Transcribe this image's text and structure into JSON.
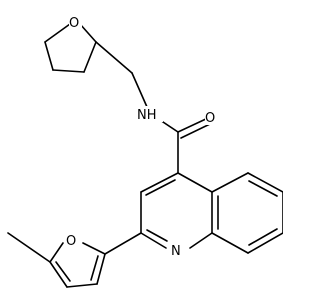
{
  "diagram": {
    "type": "chemical-structure",
    "atoms": {
      "o_ring": "O",
      "nh": "NH",
      "o_carbonyl": "O",
      "n_quinoline": "N",
      "o_furan": "O"
    }
  }
}
